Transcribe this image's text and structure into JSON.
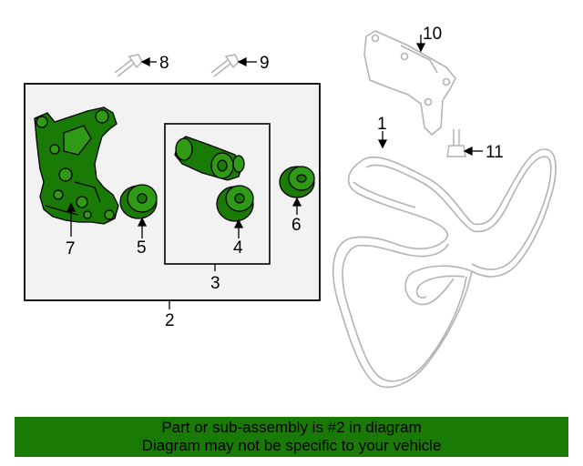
{
  "callouts": {
    "c1": "1",
    "c2": "2",
    "c3": "3",
    "c4": "4",
    "c5": "5",
    "c6": "6",
    "c7": "7",
    "c8": "8",
    "c9": "9",
    "c10": "10",
    "c11": "11"
  },
  "banner": {
    "line1": "Part or sub-assembly is #2 in diagram",
    "line2": "Diagram may not be specific to your vehicle"
  },
  "colors": {
    "highlight_part": "#1a7a06",
    "banner_background": "#1a7a06",
    "assembly_box_fill": "#f2f2f2",
    "unhighlighted_part": "#b3b3b3"
  }
}
